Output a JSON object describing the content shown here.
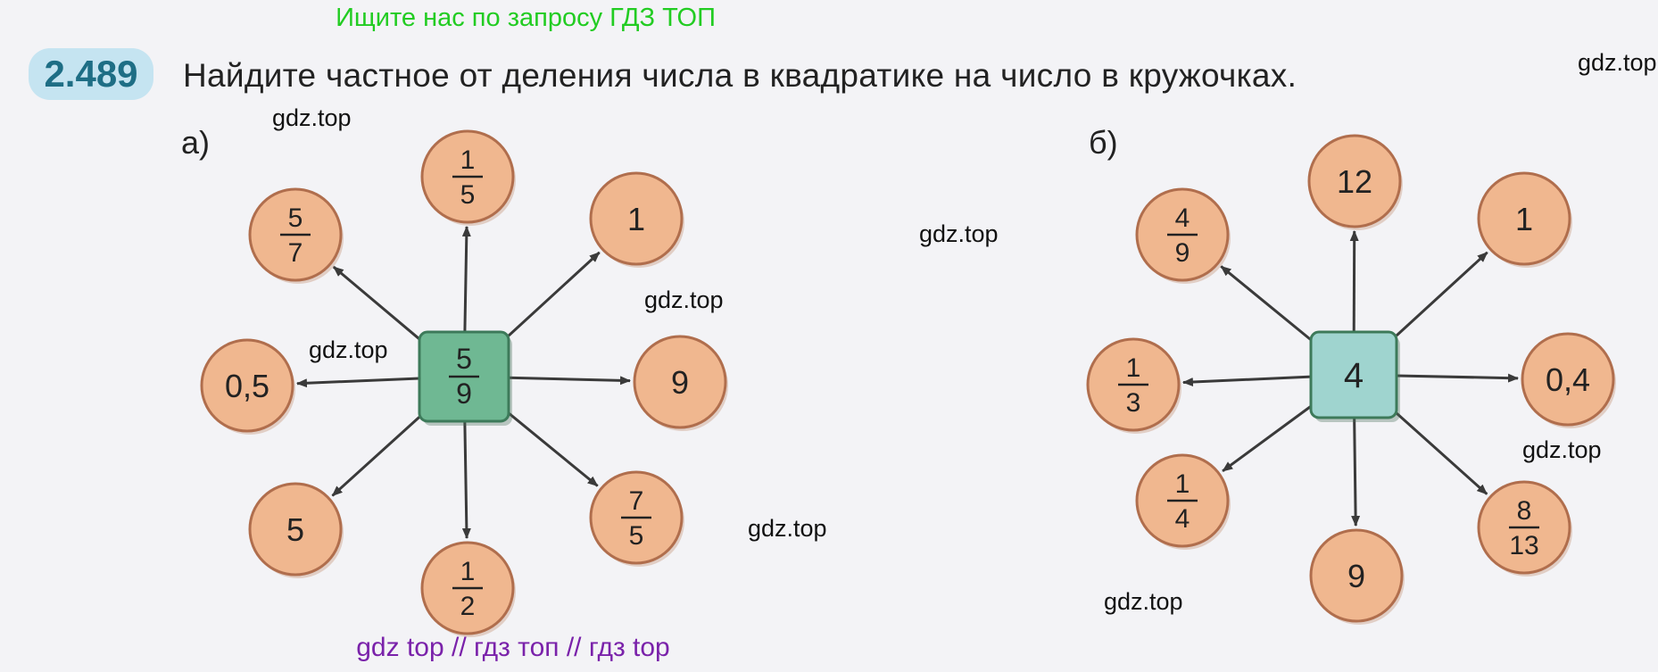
{
  "header_banner": "Ищите нас по запросу ГДЗ ТОП",
  "footer_banner": "gdz top  //  гдз топ  //  гдз top",
  "exercise": {
    "number": "2.489",
    "question": "Найдите частное от деления числа в квадратике на число в кружочках."
  },
  "watermark": "gdz.top",
  "colors": {
    "circle_fill": "#f0b78f",
    "circle_stroke": "#b06e4d",
    "square_a": "#6fb893",
    "square_b": "#9fd4cf",
    "banner_green": "#22cc22",
    "banner_purple": "#7a22aa",
    "badge_bg": "#c5e4f1",
    "badge_text": "#1e6e85"
  },
  "diagrams": [
    {
      "label": "а)",
      "center": {
        "num": "5",
        "den": "9"
      },
      "circles": [
        {
          "num": "1",
          "den": "5"
        },
        {
          "text": "1"
        },
        {
          "text": "9"
        },
        {
          "num": "7",
          "den": "5"
        },
        {
          "num": "1",
          "den": "2"
        },
        {
          "text": "5"
        },
        {
          "text": "0,5"
        },
        {
          "num": "5",
          "den": "7"
        }
      ]
    },
    {
      "label": "б)",
      "center": {
        "text": "4"
      },
      "circles": [
        {
          "text": "12"
        },
        {
          "text": "1"
        },
        {
          "text": "0,4"
        },
        {
          "num": "8",
          "den": "13"
        },
        {
          "text": "9"
        },
        {
          "num": "1",
          "den": "4"
        },
        {
          "num": "1",
          "den": "3"
        },
        {
          "num": "4",
          "den": "9"
        }
      ]
    }
  ]
}
